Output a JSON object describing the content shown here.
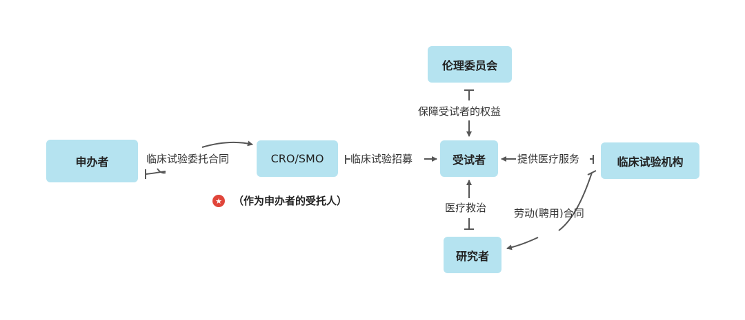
{
  "nodes": {
    "sponsor": "申办者",
    "cro": "CRO/SMO",
    "subject": "受试者",
    "ethics": "伦理委员会",
    "investigator": "研究者",
    "site": "临床试验机构"
  },
  "edges": {
    "sponsor_cro": "临床试验委托合同",
    "cro_subject": "临床试验招募",
    "ethics_subject": "保障受试者的权益",
    "site_subject": "提供医疗服务",
    "investigator_subject": "医疗救治",
    "site_investigator": "劳动(聘用)合同"
  },
  "note": {
    "icon": "star-icon",
    "text": "（作为申办者的受托人）"
  },
  "colors": {
    "node_fill": "#b5e3f0",
    "arrow": "#555555",
    "star": "#e0453a"
  }
}
